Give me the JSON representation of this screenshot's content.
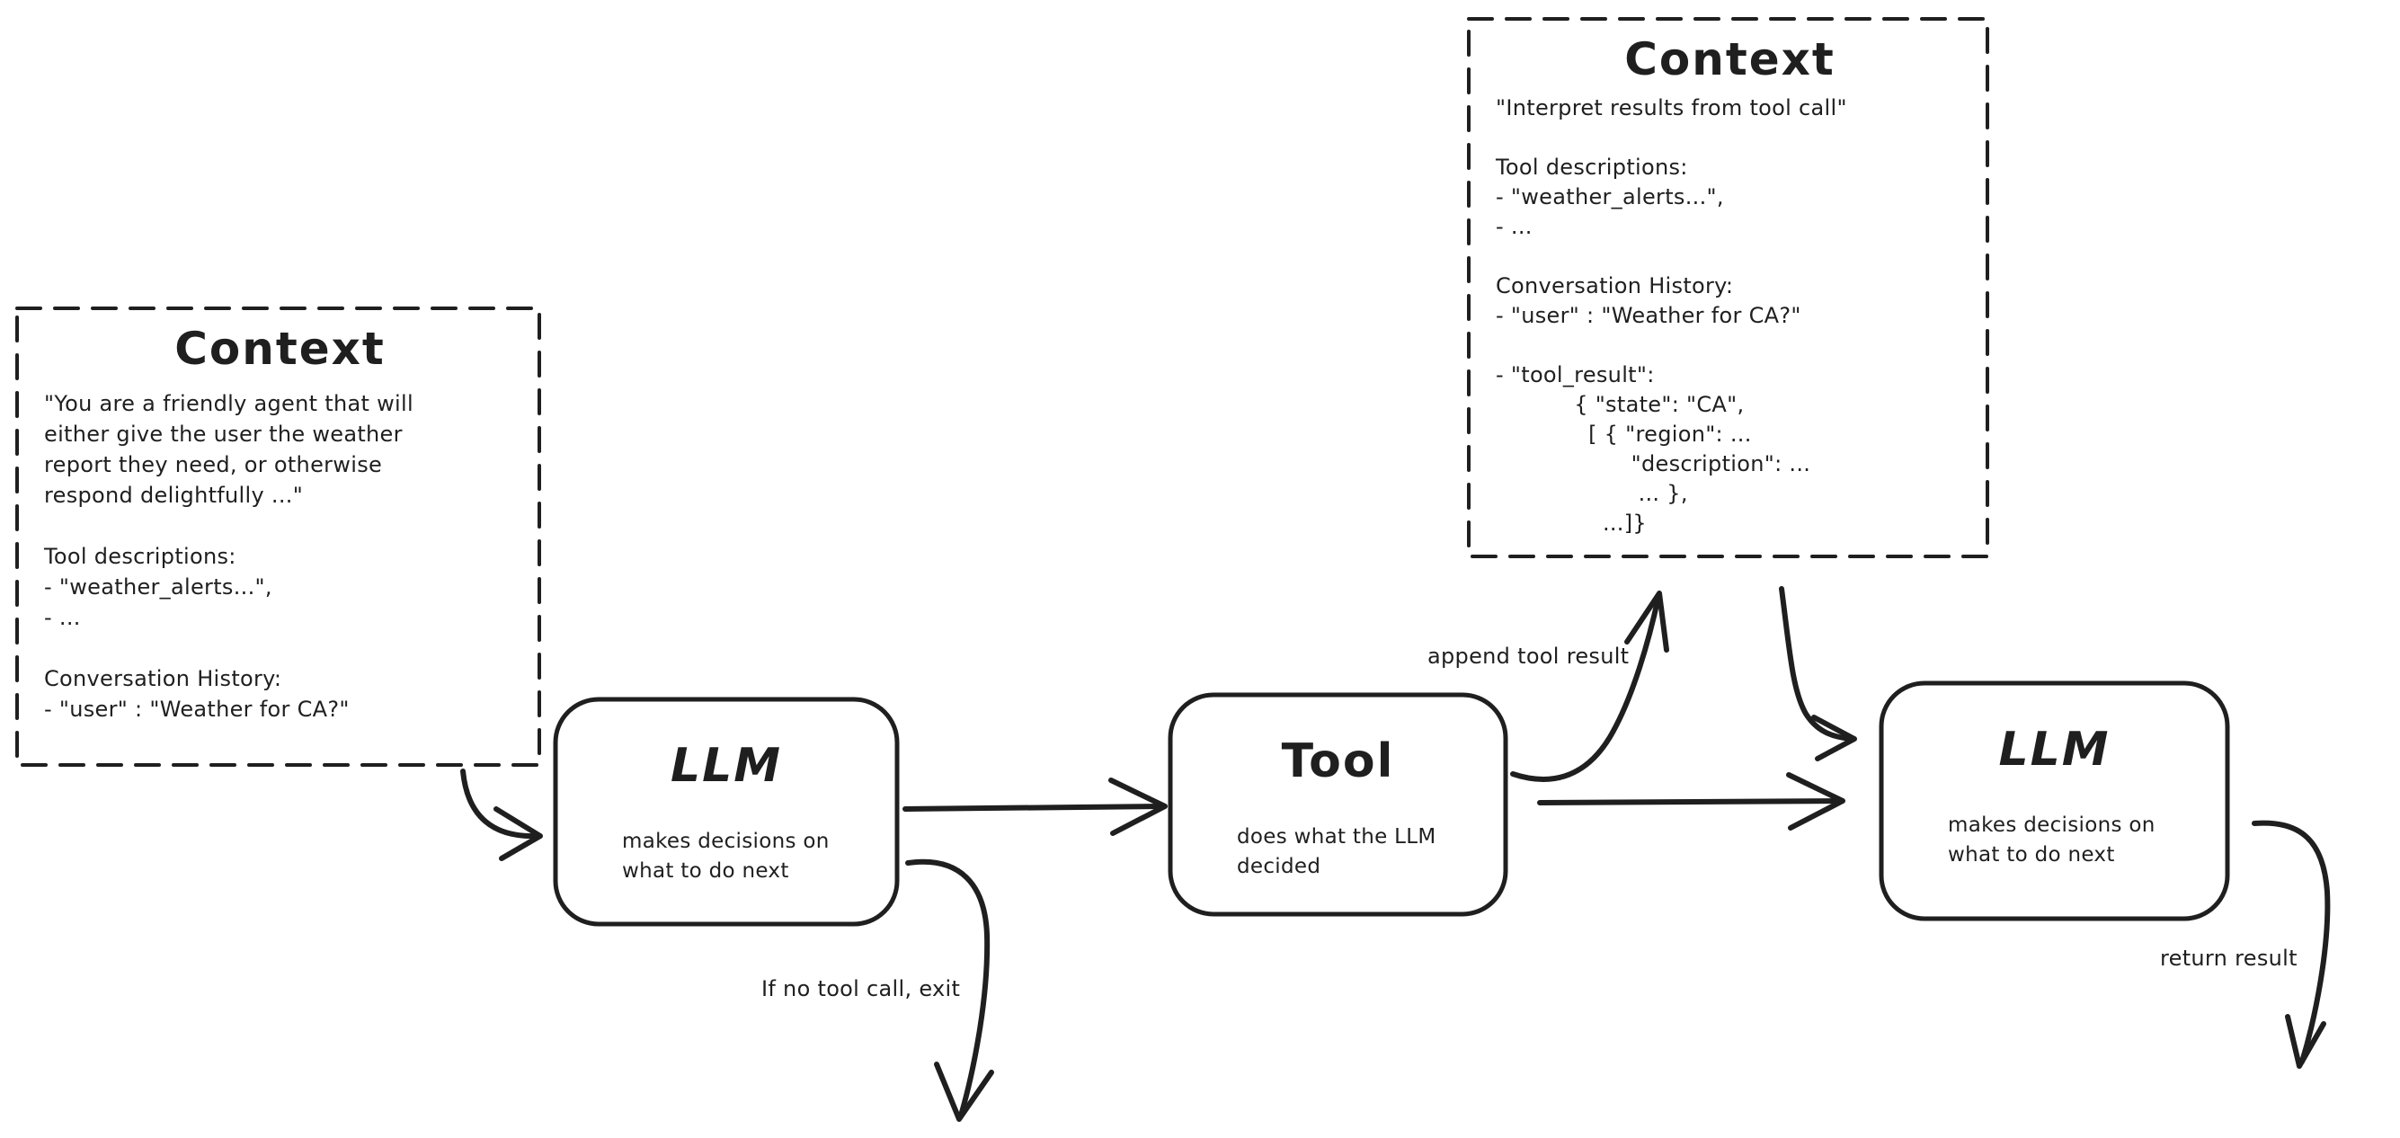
{
  "canvas": {
    "background": "#ffffff",
    "ink_color": "#1f1f1f"
  },
  "context_left": {
    "title": "Context",
    "body": "\"You are a friendly agent that will\neither give the user the weather\nreport they need, or otherwise\nrespond delightfully ...\"\n\nTool descriptions:\n- \"weather_alerts...\",\n- ...\n\nConversation History:\n- \"user\" : \"Weather for CA?\""
  },
  "context_right": {
    "title": "Context",
    "body": "\"Interpret results from tool call\"\n\nTool descriptions:\n- \"weather_alerts...\",\n- ...\n\nConversation History:\n- \"user\" : \"Weather for CA?\"\n\n- \"tool_result\":\n           { \"state\": \"CA\",\n             [ { \"region\": ...\n                   \"description\": ...\n                    ... },\n               ...]}"
  },
  "nodes": {
    "llm1": {
      "title": "LLM",
      "description": "makes decisions on\nwhat to do next"
    },
    "tool": {
      "title": "Tool",
      "description": "does what the LLM\ndecided"
    },
    "llm2": {
      "title": "LLM",
      "description": "makes decisions on\nwhat to do next"
    }
  },
  "edge_labels": {
    "append_tool_result": "append tool result",
    "if_no_tool_call_exit": "If no tool call, exit",
    "return_result": "return result"
  }
}
